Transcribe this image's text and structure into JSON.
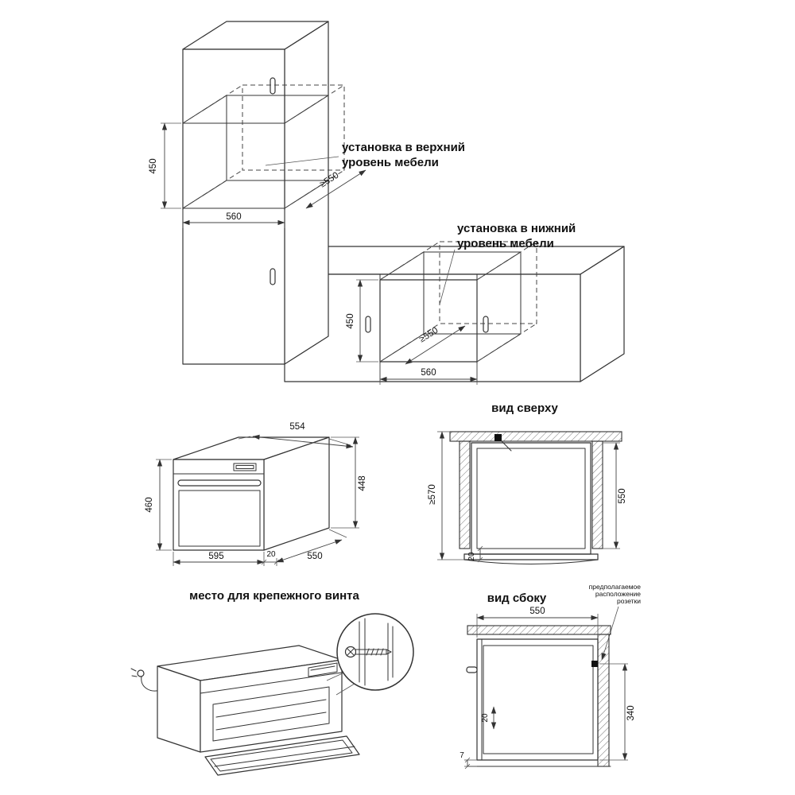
{
  "page": {
    "background": "#ffffff",
    "line_color": "#333333"
  },
  "figures": {
    "upper": {
      "label1": "установка в верхний",
      "label2": "уровень мебели",
      "dim_height": "450",
      "dim_width": "560",
      "dim_depth": "≥550"
    },
    "lower": {
      "label1": "установка в нижний",
      "label2": "уровень мебели",
      "dim_height": "450",
      "dim_width": "560",
      "dim_depth": "≥550"
    },
    "oven": {
      "dim_top": "554",
      "dim_height_back": "448",
      "dim_height_front": "460",
      "dim_width": "595",
      "dim_door": "20",
      "dim_depth": "550"
    },
    "top_view": {
      "title": "вид сверху",
      "dim_niche_depth": "≥570",
      "dim_depth": "550",
      "dim_front": "20"
    },
    "screw": {
      "title": "место для крепежного винта"
    },
    "side_view": {
      "title": "вид сбоку",
      "dim_depth": "550",
      "dim_socket": "340",
      "dim_front": "20",
      "dim_bottom": "7",
      "note1": "предполагаемое",
      "note2": "расположение",
      "note3": "розетки"
    }
  }
}
